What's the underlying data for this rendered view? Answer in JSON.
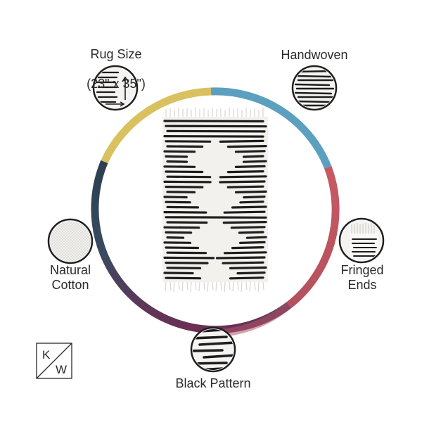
{
  "features": {
    "rug_size": {
      "title": "Rug Size",
      "subtitle": "(23\" x 35\")",
      "icon": "rug-size-icon"
    },
    "handwoven": {
      "title": "Handwoven",
      "icon": "handwoven-icon"
    },
    "natural_cotton": {
      "title": "Natural\nCotton",
      "icon": "cotton-texture-icon"
    },
    "fringed_ends": {
      "title": "Fringed\nEnds",
      "icon": "fringe-icon"
    },
    "black_pattern": {
      "title": "Black Pattern",
      "icon": "black-stripes-icon"
    }
  },
  "logo": {
    "text": "KW",
    "icon": "kw-monogram-logo"
  },
  "colors": {
    "ring_yellow": "#d9c160",
    "ring_blue": "#5c9fbf",
    "ring_red": "#c65a63",
    "ring_navy": "#2e3f52",
    "ring_purple": "#6b2f55",
    "stripe": "#1e1e1e",
    "rug_base": "#f3f1ed"
  }
}
